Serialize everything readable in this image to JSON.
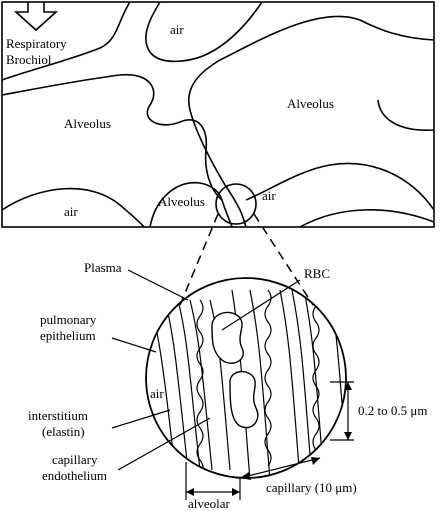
{
  "labels": {
    "respiratory": "Respiratory",
    "brochiol": "Brochiol",
    "air_top": "air",
    "alveolus_left": "Alveolus",
    "alveolus_right": "Alveolus",
    "alveolus_bottom": "Alveolus",
    "air_bottom_left": "air",
    "air_right": "air",
    "plasma": "Plasma",
    "rbc": "RBC",
    "pulmonary": "pulmonary",
    "epithelium": "epithelium",
    "air_inner": "air",
    "interstitium": "interstitium",
    "elastin": "(elastin)",
    "capillary": "capillary",
    "endothelium": "endothelium",
    "alveolar": "alveolar",
    "capillary_width": "capillary (10 μm)",
    "membrane_thickness": "0.2 to 0.5 μm"
  }
}
